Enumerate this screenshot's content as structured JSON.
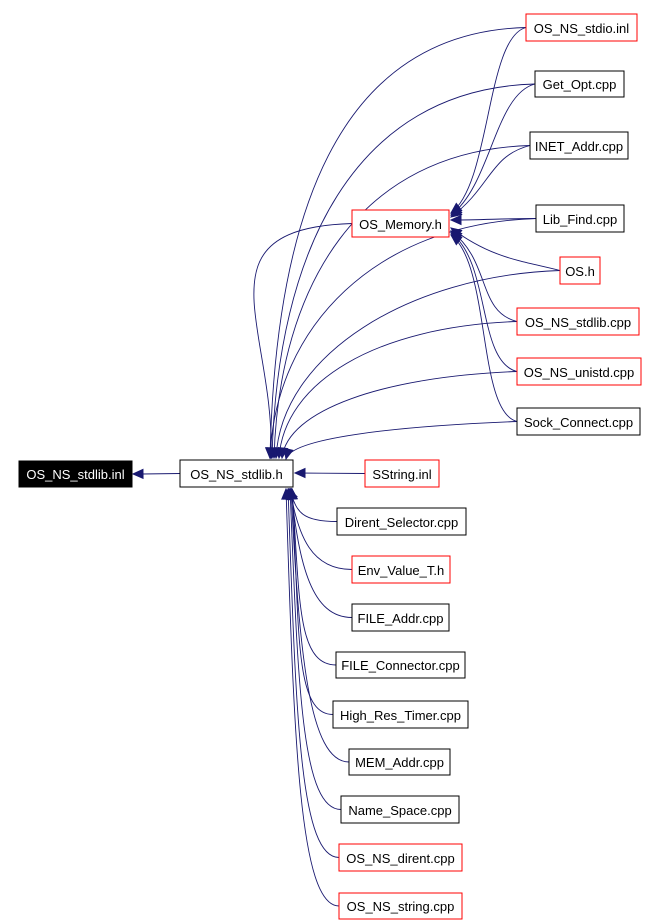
{
  "colors": {
    "edge": "#191970",
    "root_fill": "#000000",
    "root_text": "#ffffff",
    "border_black": "#000000",
    "border_red": "#ff0000"
  },
  "nodes": {
    "root": {
      "label": "OS_NS_stdlib.inl",
      "border": "black",
      "style": "root"
    },
    "hub": {
      "label": "OS_NS_stdlib.h",
      "border": "black"
    },
    "memory": {
      "label": "OS_Memory.h",
      "border": "red"
    },
    "stdio_inl": {
      "label": "OS_NS_stdio.inl",
      "border": "red"
    },
    "get_opt": {
      "label": "Get_Opt.cpp",
      "border": "black"
    },
    "inet_addr": {
      "label": "INET_Addr.cpp",
      "border": "black"
    },
    "lib_find": {
      "label": "Lib_Find.cpp",
      "border": "black"
    },
    "os_h": {
      "label": "OS.h",
      "border": "red"
    },
    "stdlib_cpp": {
      "label": "OS_NS_stdlib.cpp",
      "border": "red"
    },
    "unistd_cpp": {
      "label": "OS_NS_unistd.cpp",
      "border": "red"
    },
    "sock_connect": {
      "label": "Sock_Connect.cpp",
      "border": "black"
    },
    "sstring_inl": {
      "label": "SString.inl",
      "border": "red"
    },
    "dirent_selector": {
      "label": "Dirent_Selector.cpp",
      "border": "black"
    },
    "env_value": {
      "label": "Env_Value_T.h",
      "border": "red"
    },
    "file_addr": {
      "label": "FILE_Addr.cpp",
      "border": "black"
    },
    "file_connector": {
      "label": "FILE_Connector.cpp",
      "border": "black"
    },
    "high_res_timer": {
      "label": "High_Res_Timer.cpp",
      "border": "black"
    },
    "mem_addr": {
      "label": "MEM_Addr.cpp",
      "border": "black"
    },
    "name_space": {
      "label": "Name_Space.cpp",
      "border": "black"
    },
    "dirent_cpp": {
      "label": "OS_NS_dirent.cpp",
      "border": "red"
    },
    "string_cpp": {
      "label": "OS_NS_string.cpp",
      "border": "red"
    }
  },
  "edges": [
    {
      "from": "hub",
      "to": "root"
    },
    {
      "from": "memory",
      "to": "hub"
    },
    {
      "from": "stdio_inl",
      "to": "hub"
    },
    {
      "from": "get_opt",
      "to": "hub"
    },
    {
      "from": "inet_addr",
      "to": "hub"
    },
    {
      "from": "lib_find",
      "to": "hub"
    },
    {
      "from": "os_h",
      "to": "hub"
    },
    {
      "from": "stdlib_cpp",
      "to": "hub"
    },
    {
      "from": "unistd_cpp",
      "to": "hub"
    },
    {
      "from": "sock_connect",
      "to": "hub"
    },
    {
      "from": "sstring_inl",
      "to": "hub"
    },
    {
      "from": "dirent_selector",
      "to": "hub"
    },
    {
      "from": "env_value",
      "to": "hub"
    },
    {
      "from": "file_addr",
      "to": "hub"
    },
    {
      "from": "file_connector",
      "to": "hub"
    },
    {
      "from": "high_res_timer",
      "to": "hub"
    },
    {
      "from": "mem_addr",
      "to": "hub"
    },
    {
      "from": "name_space",
      "to": "hub"
    },
    {
      "from": "dirent_cpp",
      "to": "hub"
    },
    {
      "from": "string_cpp",
      "to": "hub"
    },
    {
      "from": "stdio_inl",
      "to": "memory"
    },
    {
      "from": "get_opt",
      "to": "memory"
    },
    {
      "from": "inet_addr",
      "to": "memory"
    },
    {
      "from": "lib_find",
      "to": "memory"
    },
    {
      "from": "os_h",
      "to": "memory"
    },
    {
      "from": "stdlib_cpp",
      "to": "memory"
    },
    {
      "from": "unistd_cpp",
      "to": "memory"
    },
    {
      "from": "sock_connect",
      "to": "memory"
    }
  ]
}
